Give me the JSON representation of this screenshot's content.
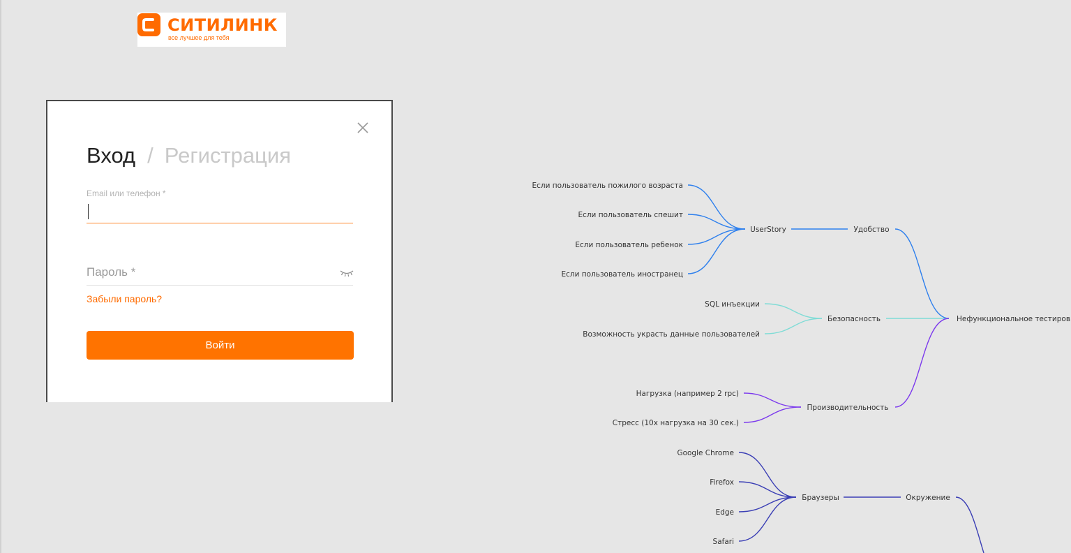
{
  "logo": {
    "name": "СИТИЛИНК",
    "tagline": "все лучшее для тебя",
    "brand_color": "#ff6b00"
  },
  "modal": {
    "close_icon": "close-icon",
    "tab_login": "Вход",
    "tab_separator": "/",
    "tab_register": "Регистрация",
    "email_label": "Email или телефон *",
    "email_value": "",
    "password_placeholder": "Пароль *",
    "password_toggle_icon": "eye-closed-icon",
    "forgot_password": "Забыли пароль?",
    "submit_label": "Войти",
    "accent_color": "#ff7300"
  },
  "mindmap": {
    "root": "Нефункциональное тестиров",
    "usability": "Удобство",
    "userstory": "UserStory",
    "us_elderly": "Если пользователь пожилого возраста",
    "us_hurry": "Если пользователь спешит",
    "us_child": "Если пользователь ребенок",
    "us_foreigner": "Если пользователь иностранец",
    "security": "Безопасность",
    "sec_sql": "SQL инъекции",
    "sec_steal": "Возможность украсть данные пользователей",
    "performance": "Производительность",
    "perf_load": "Нагрузка (например  2 rpc)",
    "perf_stress": "Стресс (10х нагрузка на 30 сек.)",
    "environment": "Окружение",
    "browsers": "Браузеры",
    "br_chrome": "Google Chrome",
    "br_firefox": "Firefox",
    "br_edge": "Edge",
    "br_safari": "Safari",
    "colors": {
      "usability": "#2f80ed",
      "security": "#7fdcd6",
      "performance": "#7c3aed",
      "environment": "#3b3fb5"
    }
  }
}
